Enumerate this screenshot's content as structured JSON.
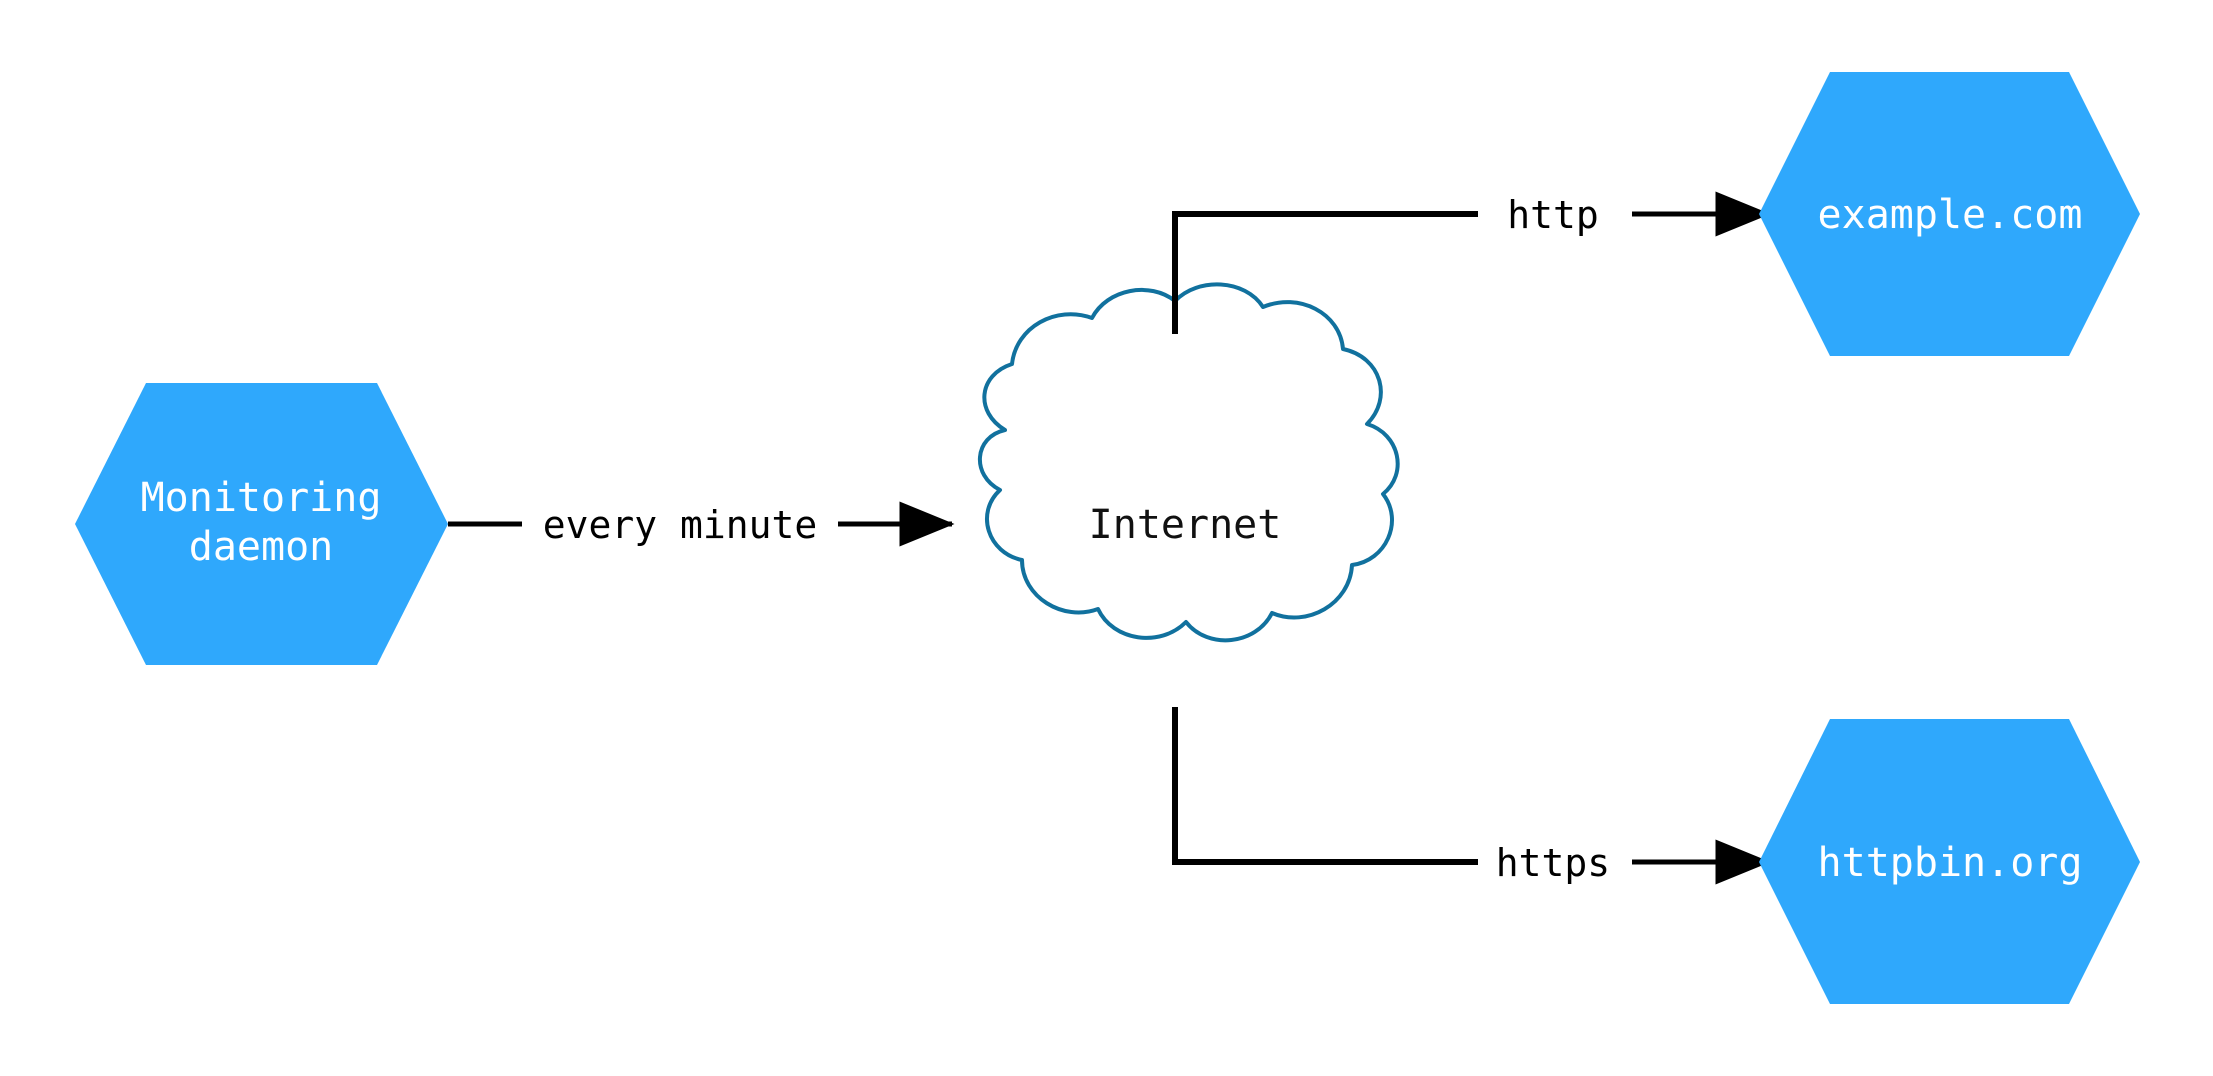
{
  "diagram": {
    "title": "Monitoring daemon network diagram",
    "background_color": "#ffffff",
    "node_fill_color": "#2fa8fc",
    "node_text_color": "#ffffff",
    "cloud_stroke_color": "#11719e",
    "edge_color": "#000000",
    "nodes": [
      {
        "id": "monitoring-daemon",
        "shape": "hexagon",
        "line1": "Monitoring",
        "line2": "daemon",
        "text": "Monitoring daemon"
      },
      {
        "id": "internet",
        "shape": "cloud",
        "text": "Internet"
      },
      {
        "id": "example-com",
        "shape": "hexagon",
        "text": "example.com"
      },
      {
        "id": "httpbin-org",
        "shape": "hexagon",
        "text": "httpbin.org"
      }
    ],
    "edges": [
      {
        "id": "daemon-to-internet",
        "from": "monitoring-daemon",
        "to": "internet",
        "label": "every minute"
      },
      {
        "id": "internet-to-example",
        "from": "internet",
        "to": "example-com",
        "label": "http"
      },
      {
        "id": "internet-to-httpbin",
        "from": "internet",
        "to": "httpbin-org",
        "label": "https"
      }
    ]
  }
}
